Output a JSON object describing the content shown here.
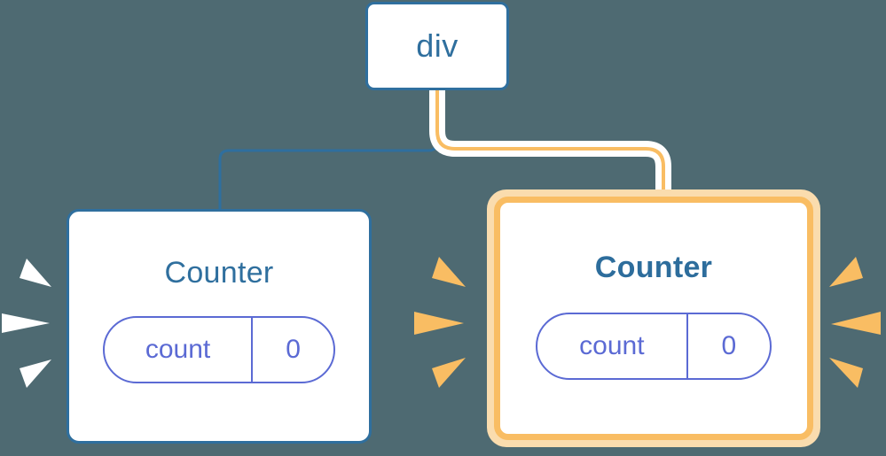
{
  "diagram": {
    "title": "React component tree re-render diagram",
    "background_color": "#4e6a72",
    "colors": {
      "blue": "#2f6f9e",
      "purple": "#5b6ad4",
      "amber": "#f9bd63",
      "amber_light": "#fadcae",
      "white": "#ffffff"
    },
    "nodes": {
      "root": {
        "label": "div",
        "type": "dom-element",
        "highlighted": false,
        "border_color": "#2f6f9e"
      },
      "counter_left": {
        "label": "Counter",
        "type": "component",
        "highlighted": false,
        "border_color": "#2f6f9e",
        "title_weight": "regular",
        "state": {
          "key": "count",
          "value": "0"
        }
      },
      "counter_right": {
        "label": "Counter",
        "type": "component",
        "highlighted": true,
        "border_color": "#f9bd63",
        "title_weight": "bold",
        "state": {
          "key": "count",
          "value": "0"
        }
      }
    },
    "edges": [
      {
        "from": "root",
        "to": "counter_left",
        "color": "#2f6f9e",
        "style": "plain",
        "width": 3
      },
      {
        "from": "root",
        "to": "counter_right",
        "color": "#f9bd63",
        "style": "haloed",
        "width": 4
      }
    ],
    "sparks": [
      {
        "id": "sparks-left-white",
        "color": "#ffffff",
        "side": "left",
        "attached_to": "counter_left",
        "count": 3
      },
      {
        "id": "sparks-left-orange",
        "color": "#f9bd63",
        "side": "left",
        "attached_to": "counter_right",
        "count": 3
      },
      {
        "id": "sparks-right-orange",
        "color": "#f9bd63",
        "side": "right",
        "attached_to": "counter_right",
        "count": 3
      }
    ]
  }
}
